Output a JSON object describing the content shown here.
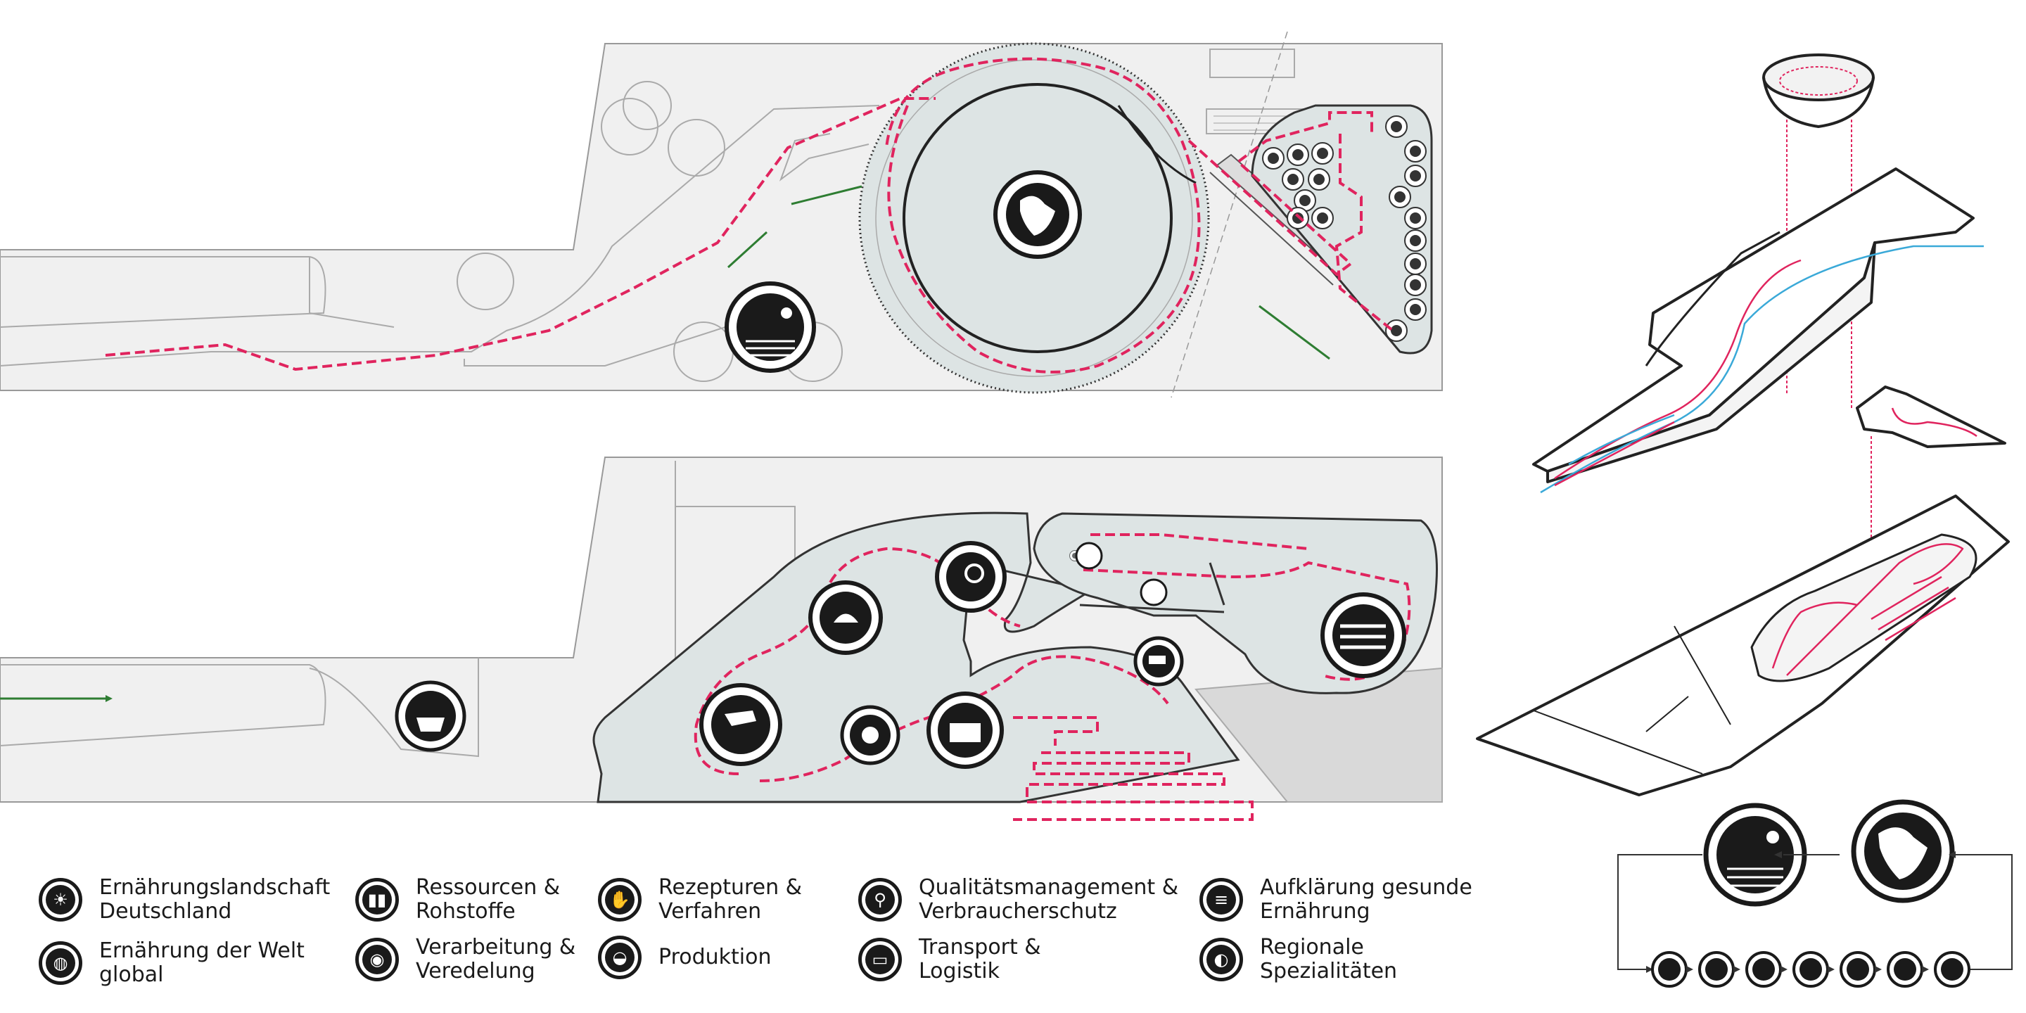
{
  "legend": {
    "items": [
      {
        "label": "Ernährungslandschaft\nDeutschland",
        "icon": "farmland-sun-icon"
      },
      {
        "label": "Ernährung der Welt\nglobal",
        "icon": "globe-icon"
      },
      {
        "label": "Ressourcen &\nRohstoffe",
        "icon": "silos-icon"
      },
      {
        "label": "Verarbeitung &\nVeredelung",
        "icon": "processing-icon"
      },
      {
        "label": "Rezepturen &\nVerfahren",
        "icon": "hand-seeds-icon"
      },
      {
        "label": "Produktion",
        "icon": "bread-oven-icon"
      },
      {
        "label": "Qualitätsmanagement &\nVerbraucherschutz",
        "icon": "magnifier-icon"
      },
      {
        "label": "Transport &\nLogistik",
        "icon": "truck-icon"
      },
      {
        "label": "Aufklärung gesunde\nErnährung",
        "icon": "food-display-icon"
      },
      {
        "label": "Regionale\nSpezialitäten",
        "icon": "regional-bread-icon"
      }
    ]
  },
  "colors": {
    "route": "#e0245e",
    "flow": "#3aa9d8",
    "arrow_green": "#2e7d32",
    "plan_fill": "#eeeeee",
    "zone_fill": "#dde4e4",
    "ink": "#1a1a1a"
  }
}
